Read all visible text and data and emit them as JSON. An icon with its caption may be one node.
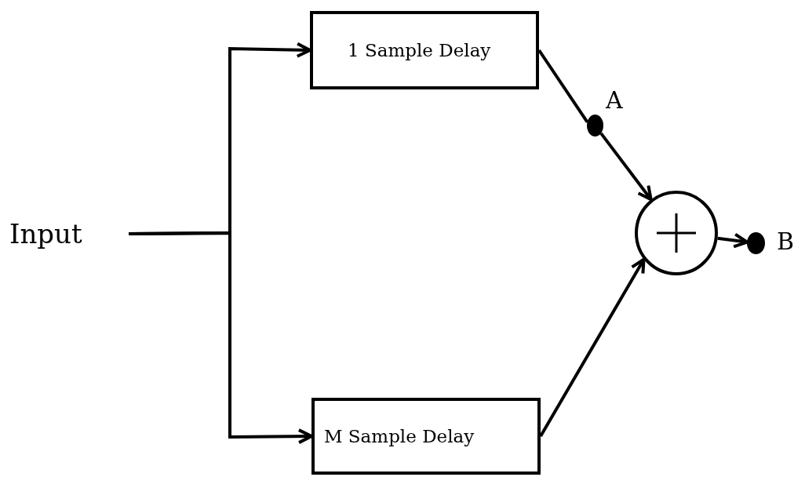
{
  "diagram": {
    "nodes": [
      {
        "text": [
          "Input"
        ]
      },
      {
        "text": [
          "1 Sample Delay"
        ]
      },
      {
        "text": [
          "M Sample Delay"
        ]
      },
      {
        "text": [],
        "shape": "circle"
      },
      {
        "text": [],
        "shape": "circle",
        "beside": [
          "A"
        ]
      },
      {
        "text": [],
        "shape": "circle",
        "beside": [
          "B"
        ]
      }
    ],
    "edges": [
      {
        "from": 0,
        "to": 1,
        "arrow": "to"
      },
      {
        "from": 0,
        "to": 2,
        "arrow": "to"
      },
      {
        "from": 1,
        "to": 4,
        "arrow": "none"
      },
      {
        "from": 4,
        "to": 3,
        "arrow": "to"
      },
      {
        "from": 2,
        "to": 3,
        "arrow": "to"
      },
      {
        "from": 3,
        "to": 5,
        "arrow": "to"
      }
    ]
  }
}
